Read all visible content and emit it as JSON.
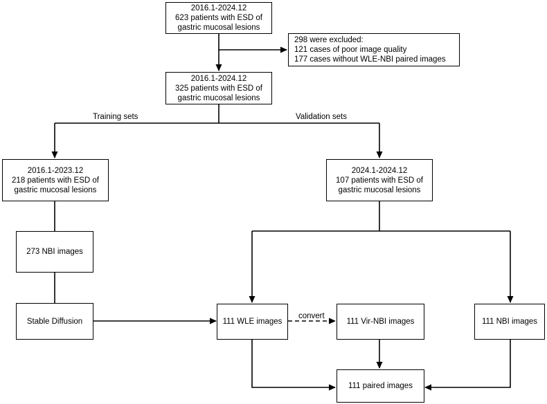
{
  "boxes": {
    "start": [
      "2016.1-2024.12",
      "623 patients with ESD of",
      "gastric mucosal lesions"
    ],
    "excluded": [
      "298 were excluded:",
      "121 cases of poor image quality",
      "177 cases without WLE-NBI paired images"
    ],
    "included": [
      "2016.1-2024.12",
      "325 patients with ESD of",
      "gastric mucosal lesions"
    ],
    "training_cohort": [
      "2016.1-2023.12",
      "218 patients with ESD of",
      "gastric mucosal lesions"
    ],
    "validation_cohort": [
      "2024.1-2024.12",
      "107 patients with ESD of",
      "gastric mucosal lesions"
    ],
    "training_nbi": [
      "273 NBI images"
    ],
    "stable_diffusion": [
      "Stable Diffusion"
    ],
    "wle": [
      "111 WLE images"
    ],
    "vir_nbi": [
      "111 Vir-NBI images"
    ],
    "nbi": [
      "111 NBI images"
    ],
    "paired": [
      "111 paired images"
    ]
  },
  "labels": {
    "training": "Training sets",
    "validation": "Validation sets",
    "convert": "convert"
  }
}
